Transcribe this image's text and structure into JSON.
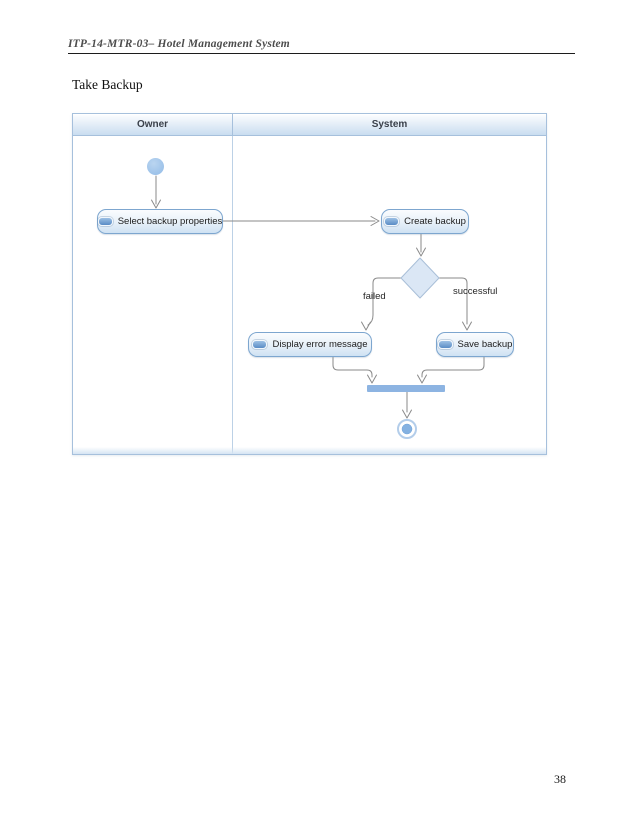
{
  "page": {
    "header_title": "ITP-14-MTR-03– Hotel Management System",
    "section_title": "Take Backup",
    "page_number": "38"
  },
  "diagram": {
    "lanes": [
      {
        "label": "Owner"
      },
      {
        "label": "System"
      }
    ],
    "nodes": {
      "select_backup": {
        "label": "Select backup properties"
      },
      "create_backup": {
        "label": "Create backup"
      },
      "display_error": {
        "label": "Display error message"
      },
      "save_backup": {
        "label": "Save backup"
      }
    },
    "edge_labels": {
      "failed": "failed",
      "successful": "successful"
    },
    "colors": {
      "frame_border": "#a6c0dc",
      "lane_header_fill": "#c9ddf0",
      "node_border": "#7da6cf",
      "node_fill": "#cfe2f3",
      "node_icon": "#5a8cc6",
      "initial_node": "#92bbe7",
      "decision_fill": "#dbe7f5",
      "join_bar": "#8db4e2",
      "final_node_inner": "#84b1e1",
      "connector": "#8a8a8a"
    }
  }
}
